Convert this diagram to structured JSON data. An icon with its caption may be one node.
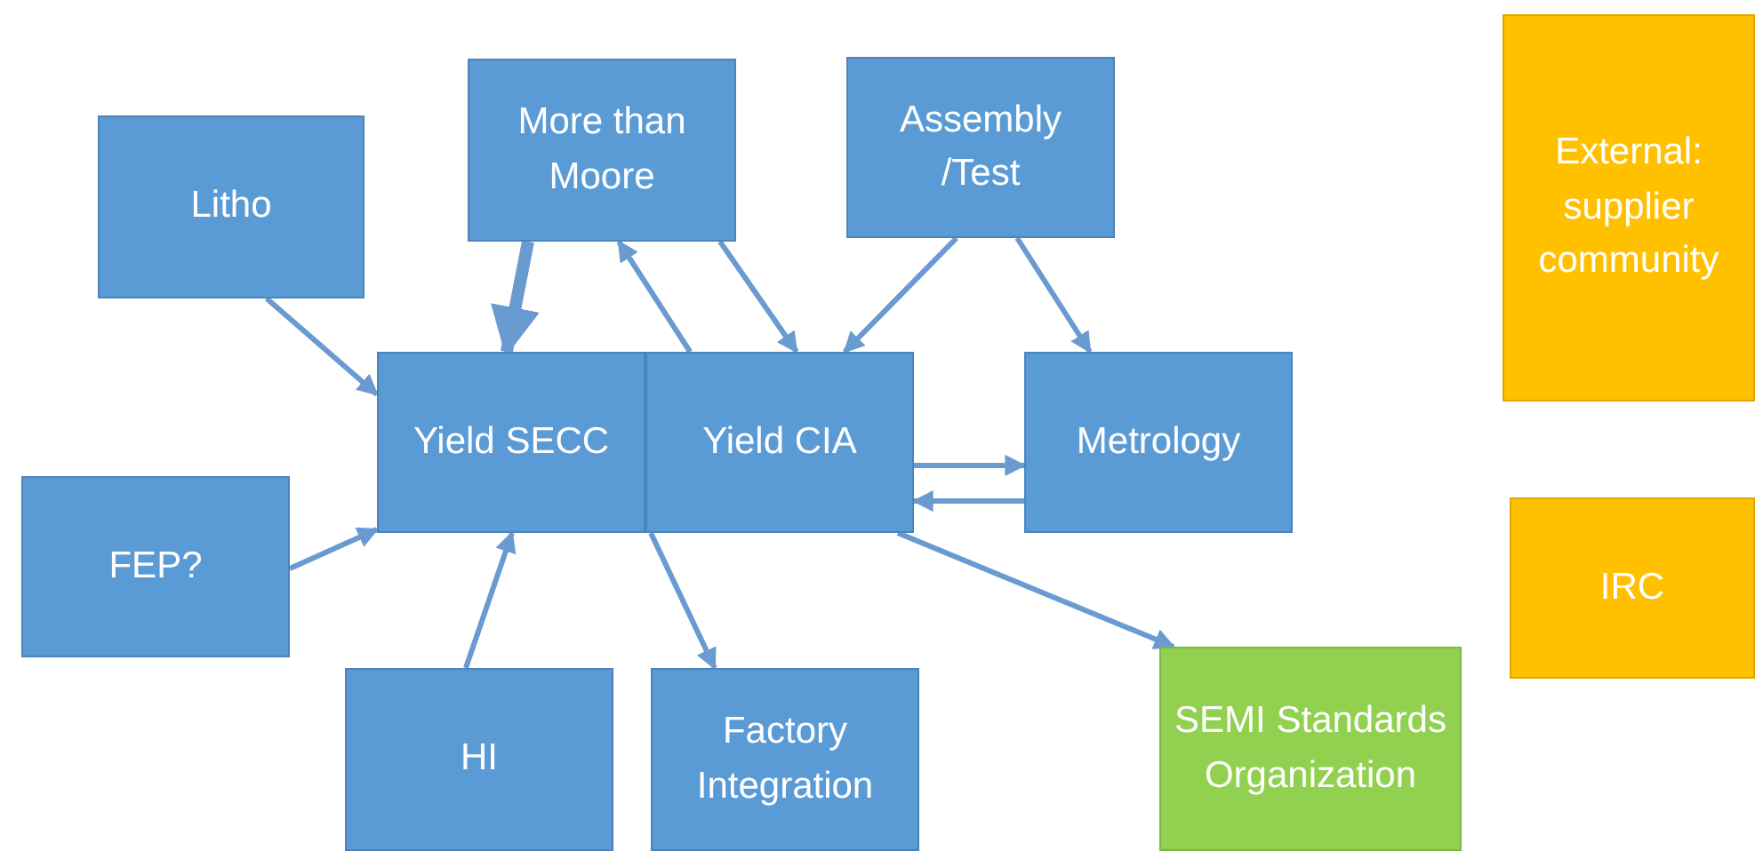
{
  "diagram": {
    "nodes": [
      {
        "text": [
          "Litho"
        ]
      },
      {
        "text": [
          "More than Moore"
        ]
      },
      {
        "text": [
          "Assembly /Test"
        ]
      },
      {
        "text": [
          "External: supplier community"
        ]
      },
      {
        "text": [
          "Yield SECC"
        ]
      },
      {
        "text": [
          "Yield CIA"
        ]
      },
      {
        "text": [
          "Metrology"
        ]
      },
      {
        "text": [
          "FEP?"
        ]
      },
      {
        "text": [
          "IRC"
        ]
      },
      {
        "text": [
          "HI"
        ]
      },
      {
        "text": [
          "Factory Integration"
        ]
      },
      {
        "text": [
          "SEMI Standards Organization"
        ]
      }
    ],
    "edges": [
      {
        "from": 0,
        "to": 4,
        "arrow": "to"
      },
      {
        "from": 7,
        "to": 4,
        "arrow": "to"
      },
      {
        "from": 9,
        "to": 4,
        "arrow": "to"
      },
      {
        "from": 1,
        "to": 4,
        "arrow": "to",
        "style": "thick"
      },
      {
        "from": 5,
        "to": 1,
        "arrow": "to"
      },
      {
        "from": 1,
        "to": 5,
        "arrow": "to"
      },
      {
        "from": 2,
        "to": 5,
        "arrow": "to"
      },
      {
        "from": 2,
        "to": 6,
        "arrow": "to"
      },
      {
        "from": 5,
        "to": 6,
        "arrow": "to"
      },
      {
        "from": 6,
        "to": 5,
        "arrow": "to"
      },
      {
        "from": 5,
        "to": 10,
        "arrow": "to"
      },
      {
        "from": 5,
        "to": 11,
        "arrow": "to"
      }
    ]
  }
}
